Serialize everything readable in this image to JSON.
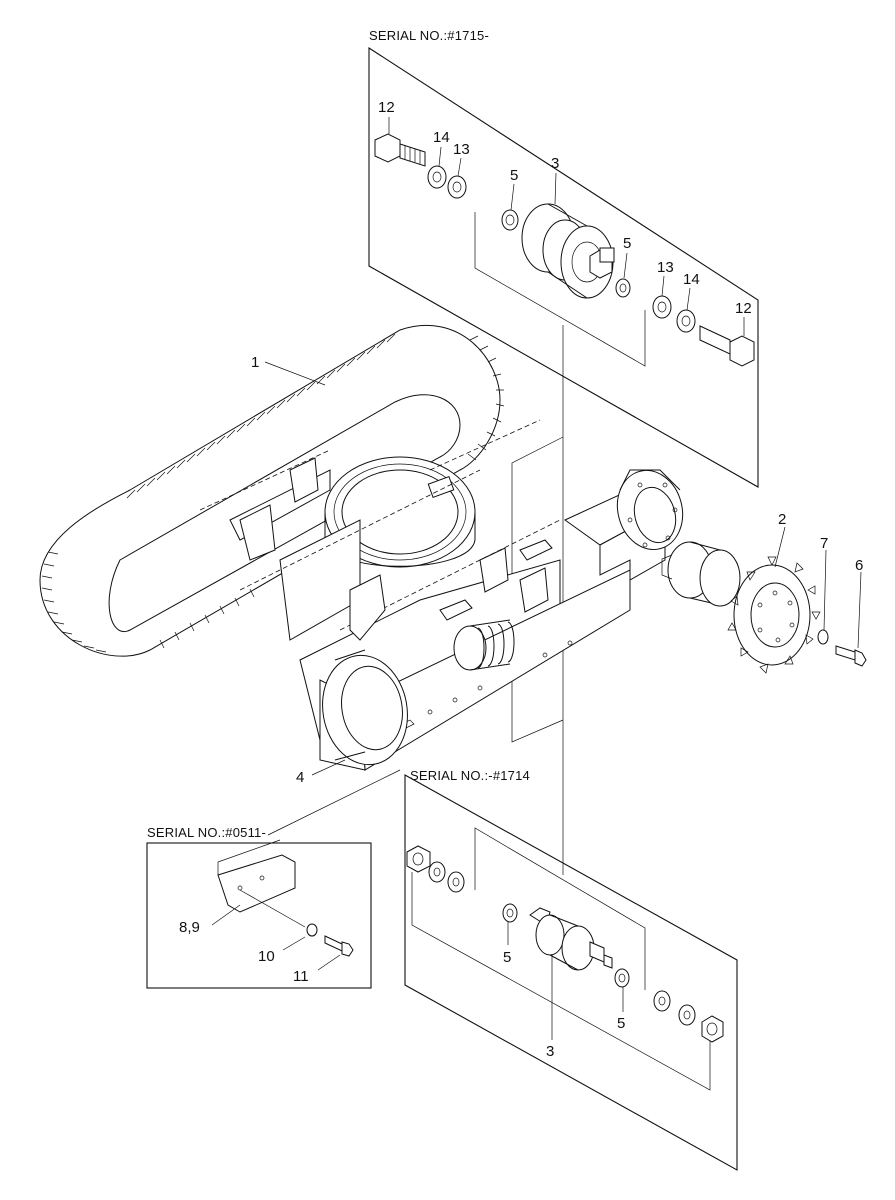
{
  "callouts": {
    "track": "1",
    "sprocket": "2",
    "roller_new": "3",
    "roller_old": "3",
    "idler": "4",
    "washer_new_left": "5",
    "washer_new_right": "5",
    "washer_old_left": "5",
    "washer_old_right": "5",
    "bolt_sprocket": "6",
    "washer_sprocket": "7",
    "guard_plate": "8,9",
    "guard_washer": "10",
    "guard_bolt": "11",
    "bolt_new_left": "12",
    "bolt_new_right": "12",
    "washer13_left": "13",
    "washer13_right": "13",
    "washer14_left": "14",
    "washer14_right": "14"
  },
  "serial_labels": {
    "new_roller": "SERIAL NO.:#1715-",
    "old_roller": "SERIAL NO.:-#1714",
    "guard": "SERIAL NO.:#0511-"
  },
  "colors": {
    "line": "#111111",
    "background": "#ffffff"
  }
}
